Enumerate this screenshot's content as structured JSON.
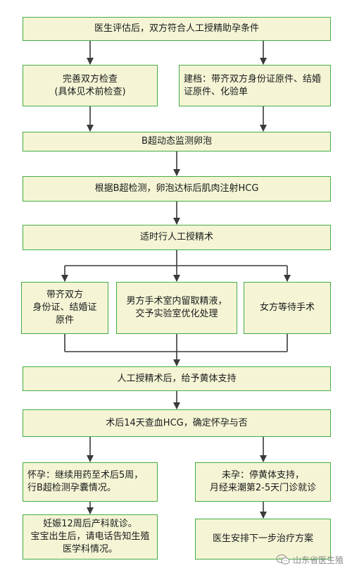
{
  "flow": {
    "top": "医生评估后，双方符合人工授精助孕条件",
    "exam": "完善双方检查\n(具体见术前检查)",
    "record": "建档：带齐双方身份证原件、结婚证原件、化验单",
    "ultrasound": "B超动态监测卵泡",
    "hcg_injection": "根据B超检测，卵泡达标后肌肉注射HCG",
    "insemination": "适时行人工授精术",
    "docs": "带齐双方\n身份证、结婚证\n原件",
    "male": "男方手术室内留取精液，\n交予实验室优化处理",
    "female": "女方等待手术",
    "luteal": "人工授精术后，给予黄体支持",
    "hcg_check": "术后14天查血HCG，确定怀孕与否",
    "pregnant": "怀孕：继续用药至术后5周，\n行B超检测孕囊情况。",
    "not_pregnant": "未孕：停黄体支持，\n月经来潮第2-5天门诊就诊",
    "obstetrics": "妊娠12周后产科就诊。\n宝宝出生后，请电话告知生殖\n医学科情况。",
    "next_plan": "医生安排下一步治疗方案"
  },
  "watermark": {
    "icon": "wechat-icon",
    "text": "山东省医生殖"
  },
  "colors": {
    "box_fill": "#f5f5d6",
    "box_border": "#45ad45",
    "arrow": "#3a3a3a"
  }
}
